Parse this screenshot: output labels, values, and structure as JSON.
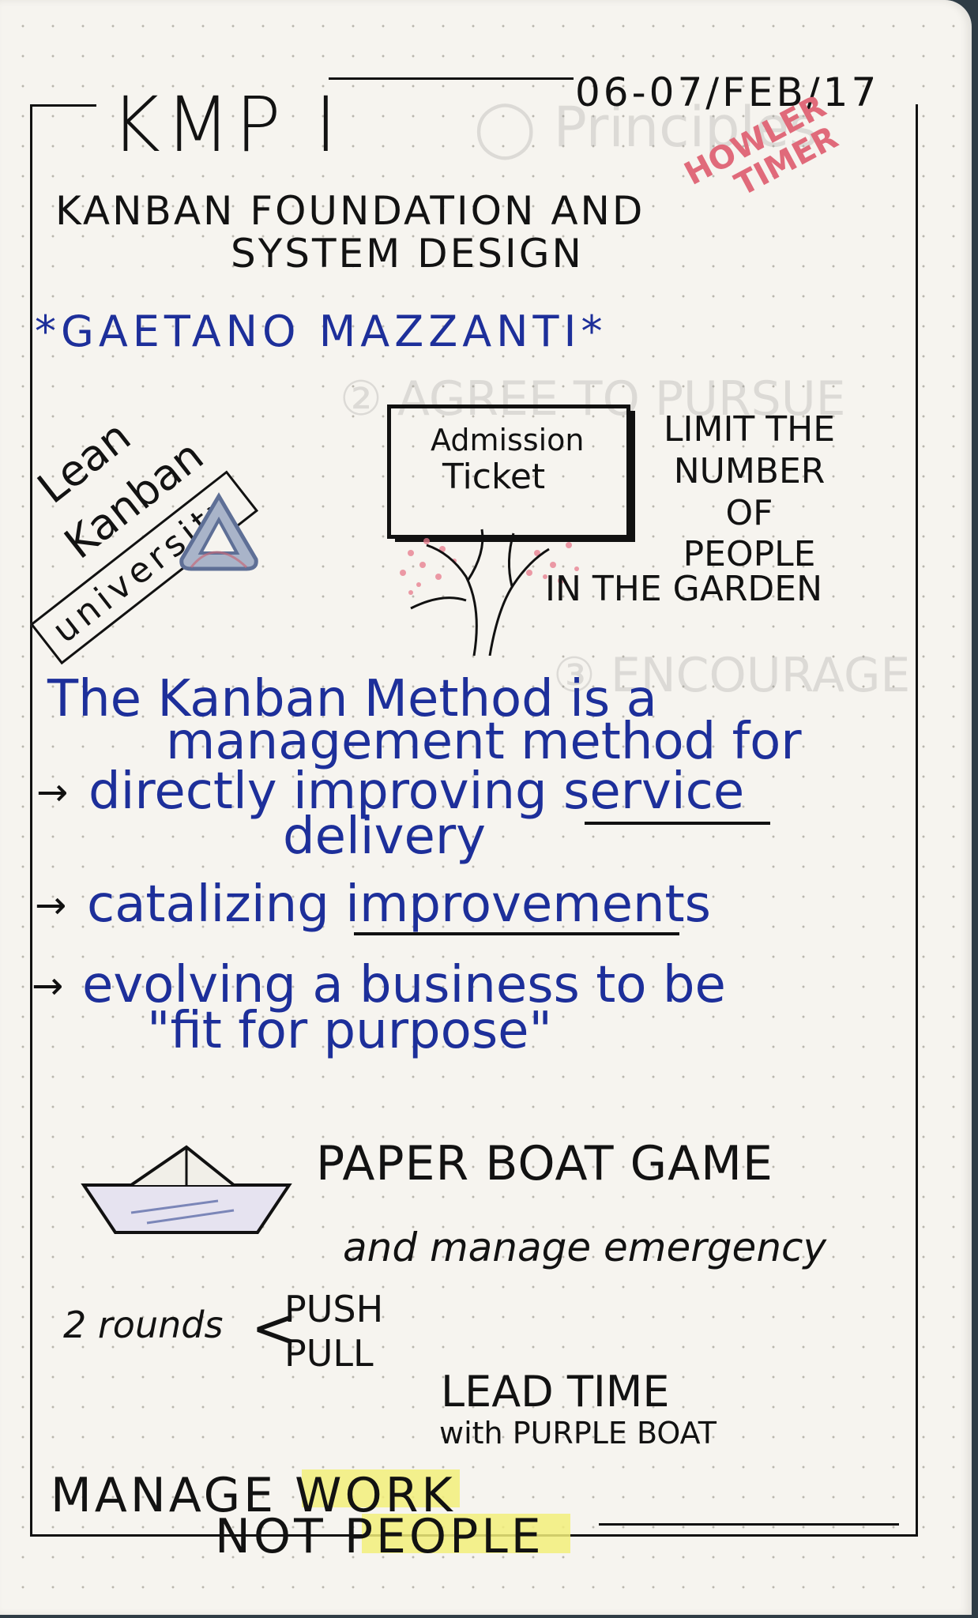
{
  "header": {
    "title": "KMP I",
    "date": "06-07/FEB/17"
  },
  "course": {
    "line1": "KANBAN FOUNDATION AND",
    "line2": "SYSTEM DESIGN"
  },
  "howler_timer": {
    "line1": "HOWLER",
    "line2": "TIMER"
  },
  "speaker": "*GAETANO MAZZANTI*",
  "logo": {
    "lean": "Lean",
    "kanban": "Kanban",
    "university": "university"
  },
  "ticket": {
    "line1": "Admission",
    "line2": "Ticket"
  },
  "limit": {
    "line1": "LIMIT THE",
    "line2": "NUMBER",
    "line3": "OF",
    "line4": "PEOPLE",
    "line5": "IN THE GARDEN"
  },
  "definition": {
    "line1": "The Kanban Method is a",
    "line2": "management method for"
  },
  "bullets": [
    {
      "text": "directly improving service",
      "continuation": "delivery"
    },
    {
      "text": "catalizing improvements",
      "continuation": ""
    },
    {
      "text": "evolving a business to be",
      "continuation": "\"fit for purpose\""
    }
  ],
  "game": {
    "title": "PAPER BOAT GAME",
    "subtitle": "and manage emergency",
    "rounds": "2 rounds",
    "push": "PUSH",
    "pull": "PULL",
    "lead_time": "LEAD TIME",
    "with_purple": "with PURPLE BOAT"
  },
  "footer": {
    "line1": "MANAGE WORK",
    "line2": "NOT PEOPLE"
  },
  "colors": {
    "ink": "#121212",
    "blue_ink": "#1d2f9a",
    "pink_ink": "#e06a7a",
    "highlighter": "#f2ef7a",
    "paper": "#f6f4ef"
  }
}
